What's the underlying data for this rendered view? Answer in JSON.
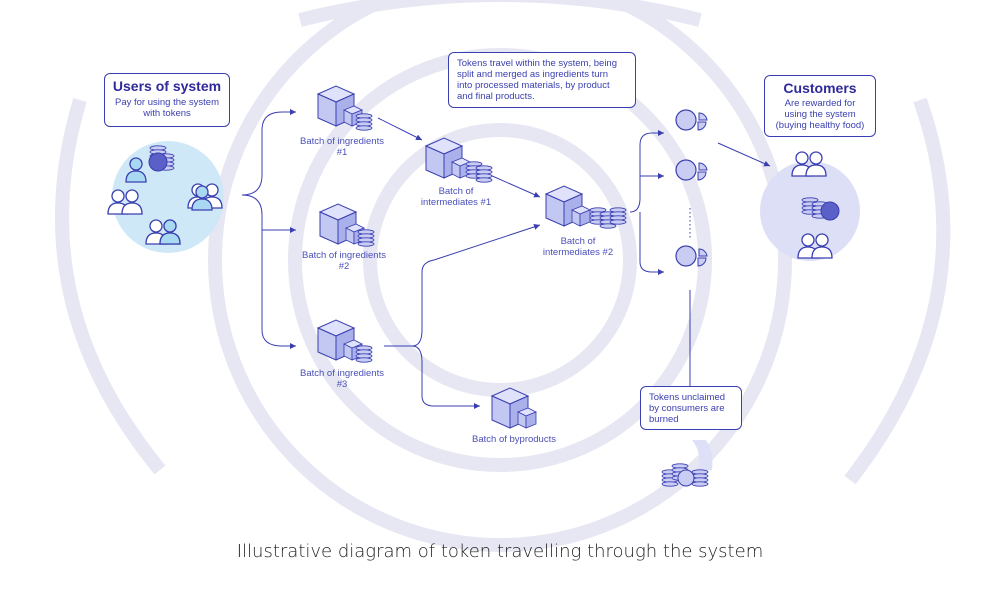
{
  "users_box": {
    "title": "Users of system",
    "line1": "Pay for using the system",
    "line2": "with tokens"
  },
  "customers_box": {
    "title": "Customers",
    "line1": "Are rewarded for",
    "line2": "using the system",
    "line3": "(buying healthy food)"
  },
  "note_top": {
    "line1": "Tokens travel within the system, being",
    "line2": "split and merged as ingredients turn",
    "line3": "into processed materials, by product",
    "line4": "and final products."
  },
  "note_bottom": {
    "line1": "Tokens unclaimed",
    "line2": "by consumers are",
    "line3": "burned"
  },
  "labels": {
    "batch1_a": "Batch of ingredients",
    "batch1_b": "#1",
    "batch2_a": "Batch of ingredients",
    "batch2_b": "#2",
    "batch3_a": "Batch of ingredients",
    "batch3_b": "#3",
    "inter1_a": "Batch of",
    "inter1_b": "intermediates #1",
    "inter2_a": "Batch of",
    "inter2_b": "intermediates #2",
    "byproducts": "Batch of byproducts"
  },
  "caption": "Illustrative diagram of token travelling through the system",
  "colors": {
    "accent": "#3a3fb0",
    "icon_fill": "#c9cdf3",
    "icon_dark": "#5a60c8",
    "highlight": "#a9d8f2",
    "bg_circle": "#e2e4f7"
  }
}
